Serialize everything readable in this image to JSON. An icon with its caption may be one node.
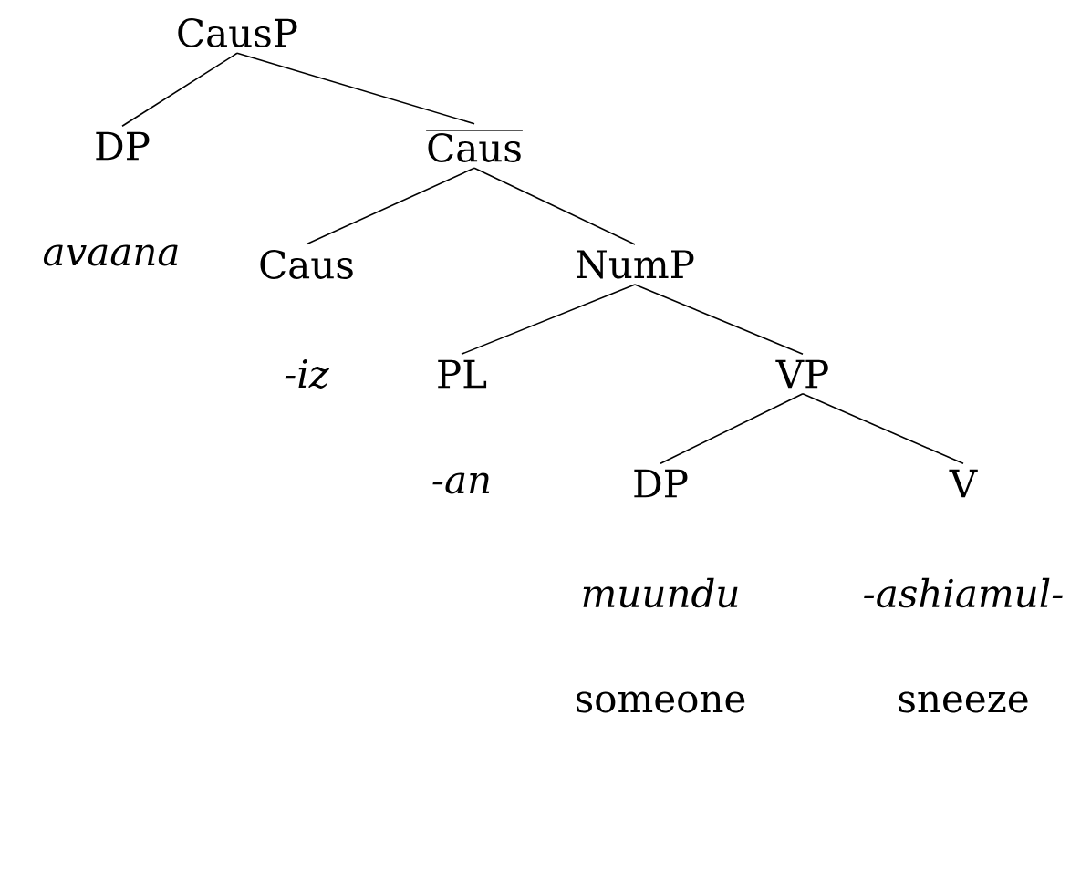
{
  "diagram": {
    "nodes": [
      {
        "text": [
          "CausP"
        ]
      },
      {
        "text": [
          "DP"
        ],
        "beside": [
          "avaana"
        ]
      },
      {
        "text": [
          "Caus"
        ]
      },
      {
        "text": [
          "Caus"
        ],
        "beside": [
          "-iz"
        ]
      },
      {
        "text": [
          "NumP"
        ]
      },
      {
        "text": [
          "PL"
        ],
        "beside": [
          "-an"
        ]
      },
      {
        "text": [
          "VP"
        ]
      },
      {
        "text": [
          "DP"
        ],
        "beside": [
          "muundu",
          "someone"
        ]
      },
      {
        "text": [
          "V"
        ],
        "beside": [
          "-ashiamul-",
          "sneeze"
        ]
      }
    ],
    "edges": [
      {
        "from": 0,
        "to": 1,
        "arrow": "none"
      },
      {
        "from": 0,
        "to": 2,
        "arrow": "none"
      },
      {
        "from": 2,
        "to": 3,
        "arrow": "none"
      },
      {
        "from": 2,
        "to": 4,
        "arrow": "none"
      },
      {
        "from": 4,
        "to": 5,
        "arrow": "none"
      },
      {
        "from": 4,
        "to": 6,
        "arrow": "none"
      },
      {
        "from": 6,
        "to": 7,
        "arrow": "none"
      },
      {
        "from": 6,
        "to": 8,
        "arrow": "none"
      }
    ]
  }
}
